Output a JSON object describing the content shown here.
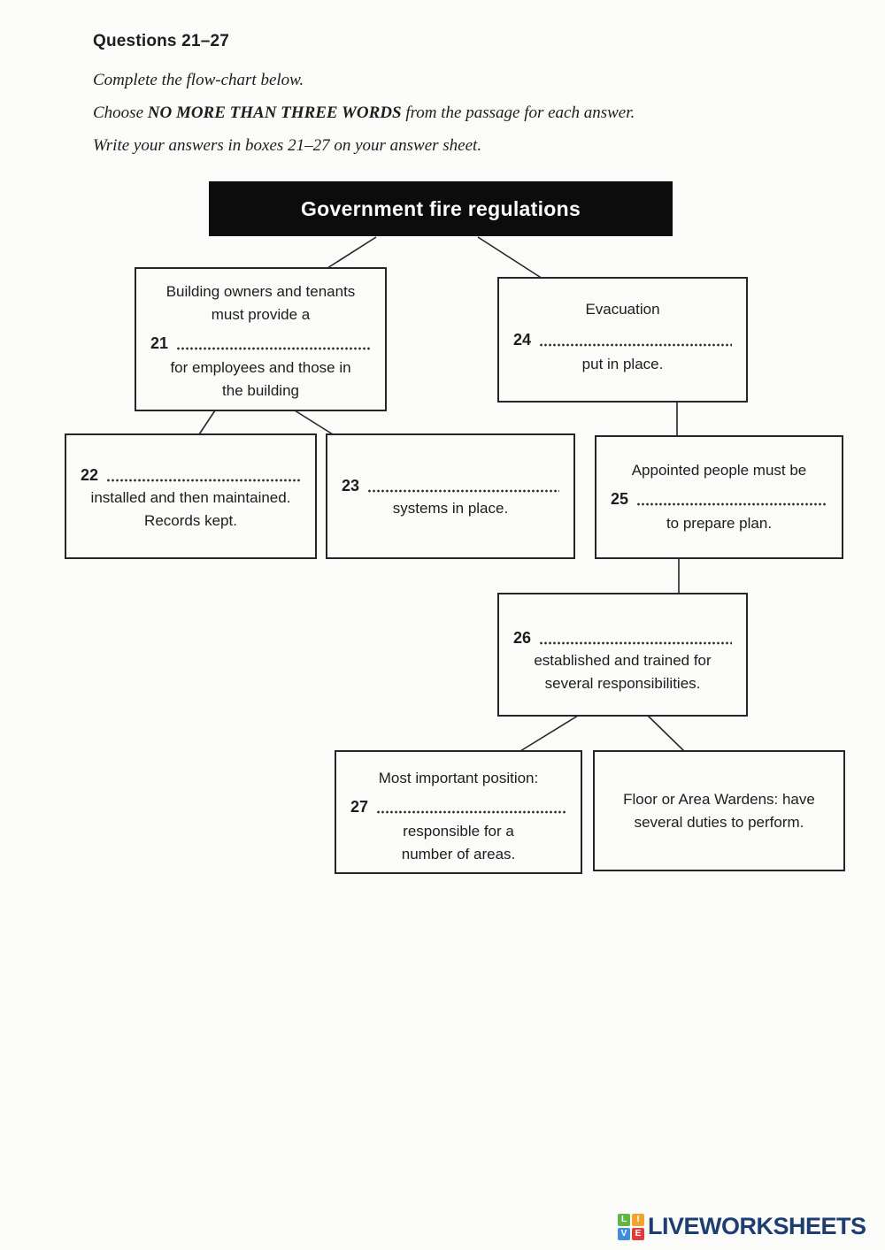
{
  "header": {
    "section_title": "Questions 21–27",
    "instruction1": "Complete the flow-chart below.",
    "instruction2_pre": "Choose",
    "instruction2_bold": "NO MORE THAN THREE WORDS",
    "instruction2_post": "from the passage for each answer.",
    "instruction3": "Write your answers in boxes 21–27 on your answer sheet."
  },
  "flowchart": {
    "title": "Government fire regulations",
    "box21": {
      "top1": "Building owners and tenants",
      "top2": "must provide a",
      "number": "21",
      "bottom1": "for employees and those in",
      "bottom2": "the building"
    },
    "box24": {
      "top1": "Evacuation",
      "number": "24",
      "bottom1": "put in place."
    },
    "box22": {
      "number": "22",
      "bottom1": "installed and then maintained.",
      "bottom2": "Records kept."
    },
    "box23": {
      "number": "23",
      "bottom1": "systems in place."
    },
    "box25": {
      "top1": "Appointed people must be",
      "number": "25",
      "bottom1": "to prepare plan."
    },
    "box26": {
      "number": "26",
      "bottom1": "established and trained for",
      "bottom2": "several responsibilities."
    },
    "box27": {
      "top1": "Most important position:",
      "number": "27",
      "bottom1": "responsible for a",
      "bottom2": "number of areas."
    },
    "box_wardens": {
      "top1": "Floor or Area Wardens: have",
      "top2": "several duties to perform."
    }
  },
  "footer": {
    "brand": "LIVEWORKSHEETS",
    "brand_color": "#1d3e6f",
    "icon_letters": [
      "L",
      "I",
      "V",
      "E"
    ],
    "icon_colors": [
      "#62b445",
      "#f2a52e",
      "#3e8fd8",
      "#e23b3b"
    ]
  }
}
